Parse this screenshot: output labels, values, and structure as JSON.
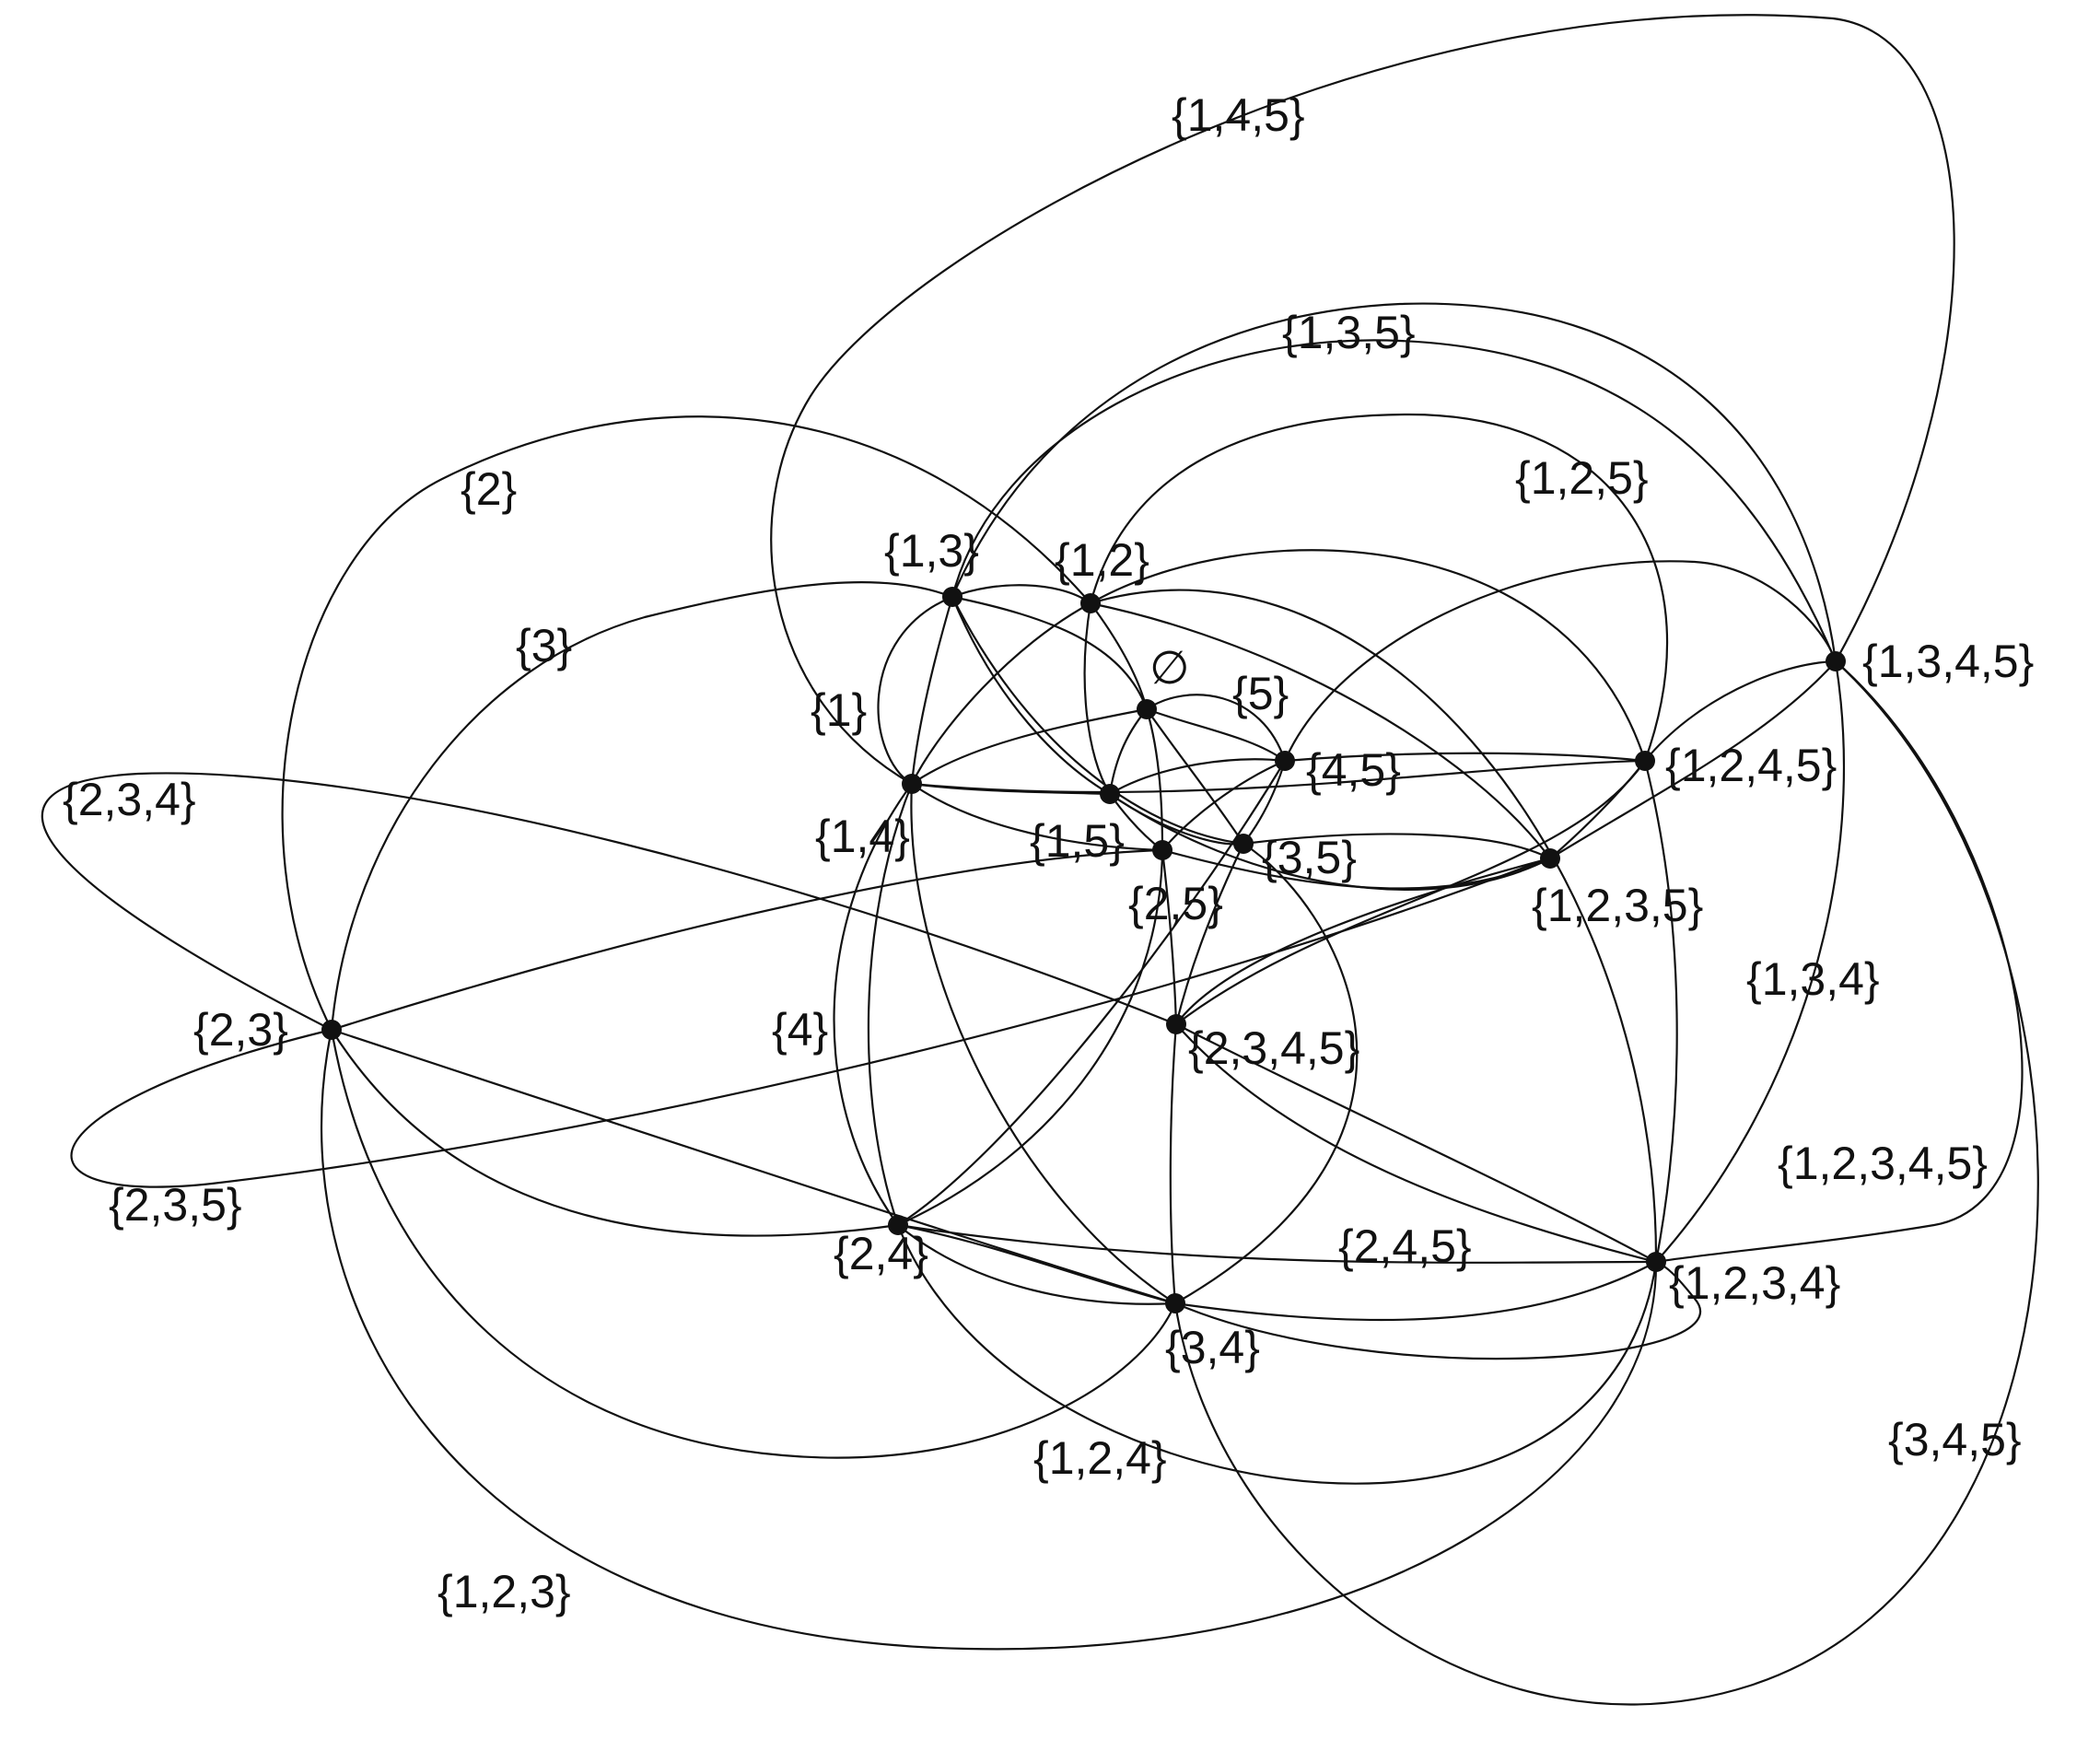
{
  "colors": {
    "line": "#111111",
    "background": "#ffffff"
  },
  "vertices": [
    {
      "id": "v13",
      "label": "{1,3}"
    },
    {
      "id": "v12",
      "label": "{1,2}"
    },
    {
      "id": "vempty",
      "label": "∅"
    },
    {
      "id": "v5",
      "label": "{5}"
    },
    {
      "id": "v45",
      "label": "{4,5}"
    },
    {
      "id": "v14",
      "label": "{1,4}"
    },
    {
      "id": "v15",
      "label": "{1,5}"
    },
    {
      "id": "v25",
      "label": "{2,5}"
    },
    {
      "id": "v35",
      "label": "{3,5}"
    },
    {
      "id": "v1245",
      "label": "{1,2,4,5}"
    },
    {
      "id": "v1235",
      "label": "{1,2,3,5}"
    },
    {
      "id": "v1345",
      "label": "{1,3,4,5}"
    },
    {
      "id": "v23",
      "label": "{2,3}"
    },
    {
      "id": "v2345",
      "label": "{2,3,4,5}"
    },
    {
      "id": "v24",
      "label": "{2,4}"
    },
    {
      "id": "v34",
      "label": "{3,4}"
    },
    {
      "id": "v1234",
      "label": "{1,2,3,4}"
    }
  ],
  "face_labels": [
    {
      "id": "f145",
      "label": "{1,4,5}"
    },
    {
      "id": "f135",
      "label": "{1,3,5}"
    },
    {
      "id": "f125",
      "label": "{1,2,5}"
    },
    {
      "id": "f2",
      "label": "{2}"
    },
    {
      "id": "f3",
      "label": "{3}"
    },
    {
      "id": "f1",
      "label": "{1}"
    },
    {
      "id": "f234",
      "label": "{2,3,4}"
    },
    {
      "id": "f4",
      "label": "{4}"
    },
    {
      "id": "f134",
      "label": "{1,3,4}"
    },
    {
      "id": "f12345",
      "label": "{1,2,3,4,5}"
    },
    {
      "id": "f235",
      "label": "{2,3,5}"
    },
    {
      "id": "f245",
      "label": "{2,4,5}"
    },
    {
      "id": "f124",
      "label": "{1,2,4}"
    },
    {
      "id": "f345",
      "label": "{3,4,5}"
    },
    {
      "id": "f123",
      "label": "{1,2,3}"
    }
  ]
}
